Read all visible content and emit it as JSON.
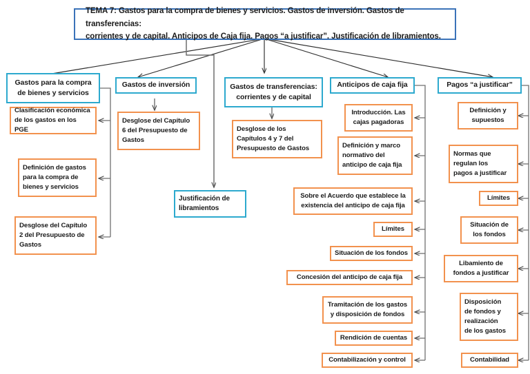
{
  "diagram": {
    "type": "tree-diagram",
    "language": "es",
    "colors": {
      "title_border": "#3A72B8",
      "header_border": "#2CA9CE",
      "sub_border": "#F2914D",
      "connector": "#3F3F3F",
      "background": "#FFFFFF",
      "text": "#1A1A1A"
    },
    "title": {
      "line1": "TEMA 7: Gastos para la compra de bienes y servicios. Gastos de inversión. Gastos de transferencias:",
      "line2": "corrientes y de capital. Anticipos de Caja fija. Pagos “a justificar”. Justificación de libramientos."
    },
    "branches": [
      {
        "id": "compra",
        "header": {
          "line1": "Gastos para la compra",
          "line2": "de bienes y servicios"
        },
        "children": [
          {
            "id": "compra-1",
            "lines": [
              "Clasificación económica",
              "de los gastos en los PGE"
            ]
          },
          {
            "id": "compra-2",
            "lines": [
              "Definición de gastos",
              "para la compra de",
              "bienes y servicios"
            ]
          },
          {
            "id": "compra-3",
            "lines": [
              "Desglose del Capítulo",
              "2 del Presupuesto de",
              "Gastos"
            ]
          }
        ]
      },
      {
        "id": "inversion",
        "header": {
          "line1": "Gastos de inversión",
          "line2": ""
        },
        "children": [
          {
            "id": "inversion-1",
            "lines": [
              "Desglose del Capítulo",
              "6 del Presupuesto de",
              "Gastos"
            ]
          }
        ]
      },
      {
        "id": "transferencias",
        "header": {
          "line1": "Gastos de transferencias:",
          "line2": "corrientes y de capital"
        },
        "children": [
          {
            "id": "transferencias-1",
            "lines": [
              "Desglose de los",
              "Capítulos 4 y 7 del",
              "Presupuesto de Gastos"
            ]
          }
        ]
      },
      {
        "id": "anticipos",
        "header": {
          "line1": "Anticipos de caja fija",
          "line2": ""
        },
        "children": [
          {
            "id": "anticipos-1",
            "lines": [
              "Introducción. Las",
              "cajas pagadoras"
            ]
          },
          {
            "id": "anticipos-2",
            "lines": [
              "Definición y marco",
              "normativo del",
              "anticipo de caja fija"
            ]
          },
          {
            "id": "anticipos-3",
            "lines": [
              "Sobre el Acuerdo que establece la",
              "existencia del anticipo de caja fija"
            ]
          },
          {
            "id": "anticipos-4",
            "lines": [
              "Límites"
            ]
          },
          {
            "id": "anticipos-5",
            "lines": [
              "Situación de los fondos"
            ]
          },
          {
            "id": "anticipos-6",
            "lines": [
              "Concesión del anticipo de caja fija"
            ]
          },
          {
            "id": "anticipos-7",
            "lines": [
              "Tramitación de los gastos",
              "y disposición de fondos"
            ]
          },
          {
            "id": "anticipos-8",
            "lines": [
              "Rendición de cuentas"
            ]
          },
          {
            "id": "anticipos-9",
            "lines": [
              "Contabilización y control"
            ]
          }
        ]
      },
      {
        "id": "pagos",
        "header": {
          "line1": "Pagos “a justificar”",
          "line2": ""
        },
        "children": [
          {
            "id": "pagos-1",
            "lines": [
              "Definición y",
              "supuestos"
            ]
          },
          {
            "id": "pagos-2",
            "lines": [
              "Normas que",
              "regulan los",
              "pagos a justificar"
            ]
          },
          {
            "id": "pagos-3",
            "lines": [
              "Límites"
            ]
          },
          {
            "id": "pagos-4",
            "lines": [
              "Situación de",
              "los fondos"
            ]
          },
          {
            "id": "pagos-5",
            "lines": [
              "Libamiento de",
              "fondos a justificar"
            ]
          },
          {
            "id": "pagos-6",
            "lines": [
              "Disposición",
              "de fondos y",
              "realización",
              "de los gastos"
            ]
          },
          {
            "id": "pagos-7",
            "lines": [
              "Contabilidad"
            ]
          }
        ]
      }
    ],
    "standalone": {
      "id": "justificacion",
      "lines": [
        "Justificación de",
        "libramientos"
      ]
    }
  }
}
